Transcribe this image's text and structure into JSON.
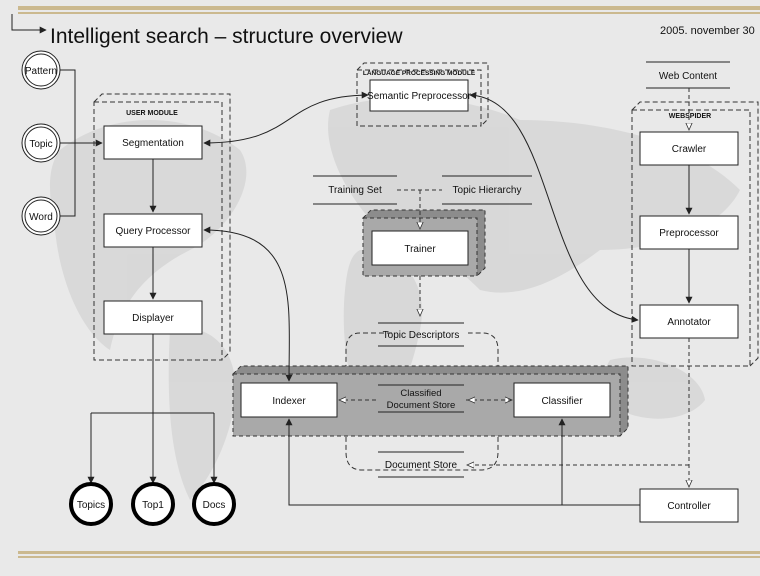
{
  "slide": {
    "title": "Intelligent search – structure overview",
    "date": "2005. november 30"
  },
  "inputs": [
    "Pattern",
    "Topic",
    "Word"
  ],
  "outputs": [
    "Topics",
    "Top1",
    "Docs"
  ],
  "user_module": {
    "label": "User module",
    "items": [
      "Segmentation",
      "Query Processor",
      "Displayer"
    ]
  },
  "language_module": {
    "label": "Language processing module",
    "item": "Semantic Preprocessor"
  },
  "webspider": {
    "label": "Webspider",
    "source": "Web Content",
    "items": [
      "Crawler",
      "Preprocessor",
      "Annotator"
    ]
  },
  "training": {
    "training_set": "Training Set",
    "topic_hierarchy": "Topic Hierarchy",
    "trainer": "Trainer"
  },
  "stores": {
    "topic_descriptors": "Topic Descriptors",
    "classified_store_line1": "Classified",
    "classified_store_line2": "Document Store",
    "document_store": "Document Store"
  },
  "core": {
    "indexer": "Indexer",
    "classifier": "Classifier",
    "controller": "Controller"
  }
}
